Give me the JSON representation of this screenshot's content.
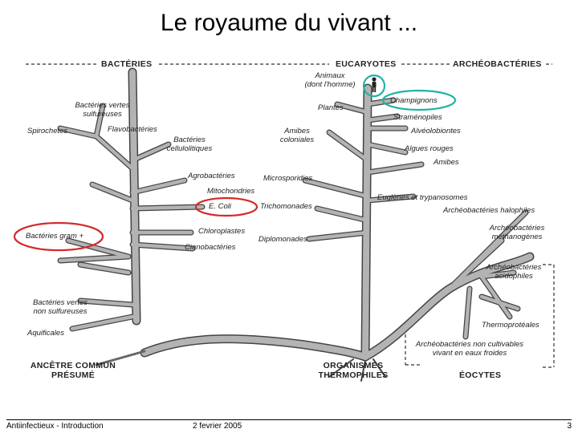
{
  "slide": {
    "title": "Le royaume du vivant ...",
    "footer_left": "Antiinfectieux - Introduction",
    "footer_center": "2 fevrier 2005",
    "page_number": "3"
  },
  "diagram": {
    "headers": {
      "bacteries": "BACTÉRIES",
      "eucaryotes": "EUCARYOTES",
      "archeobacteries": "ARCHÉOBACTÉRIES",
      "ancetre": "ANCÊTRE COMMUN\nPRÉSUMÉ",
      "thermophiles": "ORGANISMES\nTHERMOPHILES",
      "eocytes": "ÉOCYTES"
    },
    "labels": {
      "bacteries_vertes_sulfureuses": "Bactéries vertes\nsulfureuses",
      "spirochetes": "Spirochetes",
      "flavobacteries": "Flavobactéries",
      "bacteries_cellulolitiques": "Bactéries\ncellulolitiques",
      "agrobacteries": "Agrobactéries",
      "mitochondries": "Mitochondries",
      "e_coli": "E. Coli",
      "bacteries_gram": "Bactéries gram +",
      "chloroplastes": "Chloroplastes",
      "cianobacteries": "Cianobactéries",
      "bacteries_vertes_non_sulfureuses": "Bactéries vertes\nnon sulfureuses",
      "aquificales": "Aquificales",
      "animaux": "Animaux\n(dont l'homme)",
      "plantes": "Plantes",
      "champignons": "Champignons",
      "stramenopiles": "Straménopiles",
      "alveolobiontes": "Alvéolobiontes",
      "amibes_coloniales": "Amibes\ncoloniales",
      "algues_rouges": "Algues rouges",
      "amibes": "Amibes",
      "microsporidies": "Microsporidies",
      "euglenes": "Euglènes et trypanosomes",
      "trichomonades": "Trichomonades",
      "archeo_halophiles": "Archéobactéries halophiles",
      "archeo_methanogenes": "Archéobactéries\nméthanogènes",
      "diplomonades": "Diplomonades",
      "archeo_acidophiles": "Archéobactéries\nacidophiles",
      "thermoproteales": "Thermoprotéales",
      "archeo_non_cultivables": "Archéobactéries non cultivables\nvivant en eaux froides"
    },
    "colors": {
      "highlight_red": "#d42a2a",
      "highlight_teal": "#22b3a3",
      "branch": "#a7a7a7",
      "branch_edge": "#444444"
    },
    "icons": [
      "human-icon"
    ]
  }
}
